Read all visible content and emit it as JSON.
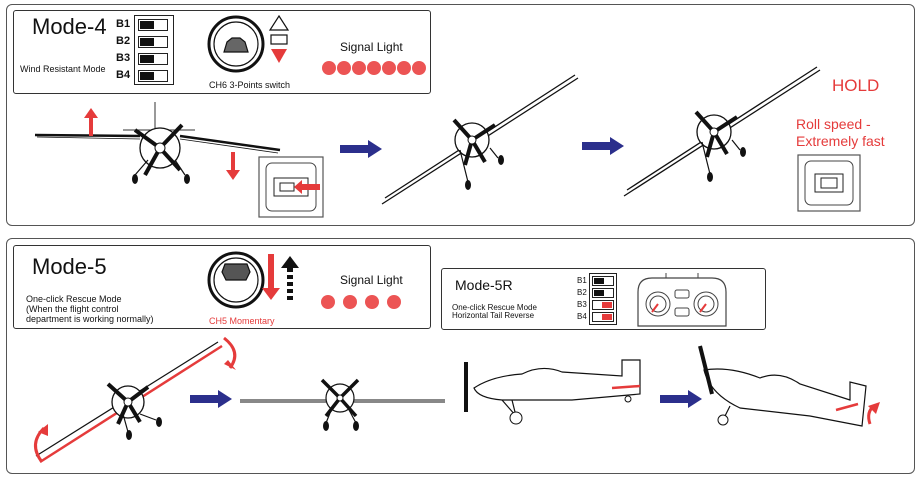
{
  "mode4": {
    "title": "Mode-4",
    "switches": [
      "B1",
      "B2",
      "B3",
      "B4"
    ],
    "subtitle": "Wind Resistant Mode",
    "switch_caption": "CH6 3-Points switch",
    "signal_label": "Signal Light",
    "signal_count": 7,
    "hold_label": "HOLD",
    "roll_label_line1": "Roll speed -",
    "roll_label_line2": "Extremely fast"
  },
  "mode5": {
    "title": "Mode-5",
    "desc_line1": "One-click Rescue Mode",
    "desc_line2": "(When the flight control",
    "desc_line3": "department is working normally)",
    "switch_caption": "CH5 Momentary",
    "signal_label": "Signal Light",
    "signal_count": 4
  },
  "mode5r": {
    "title": "Mode-5R",
    "switches": [
      "B1",
      "B2",
      "B3",
      "B4"
    ],
    "desc_line1": "One-click Rescue Mode",
    "desc_line2": "Horizontal Tail Reverse"
  },
  "colors": {
    "accent_red": "#e53b3b",
    "arrow_blue": "#2b2f8c",
    "signal": "#ec5454"
  }
}
